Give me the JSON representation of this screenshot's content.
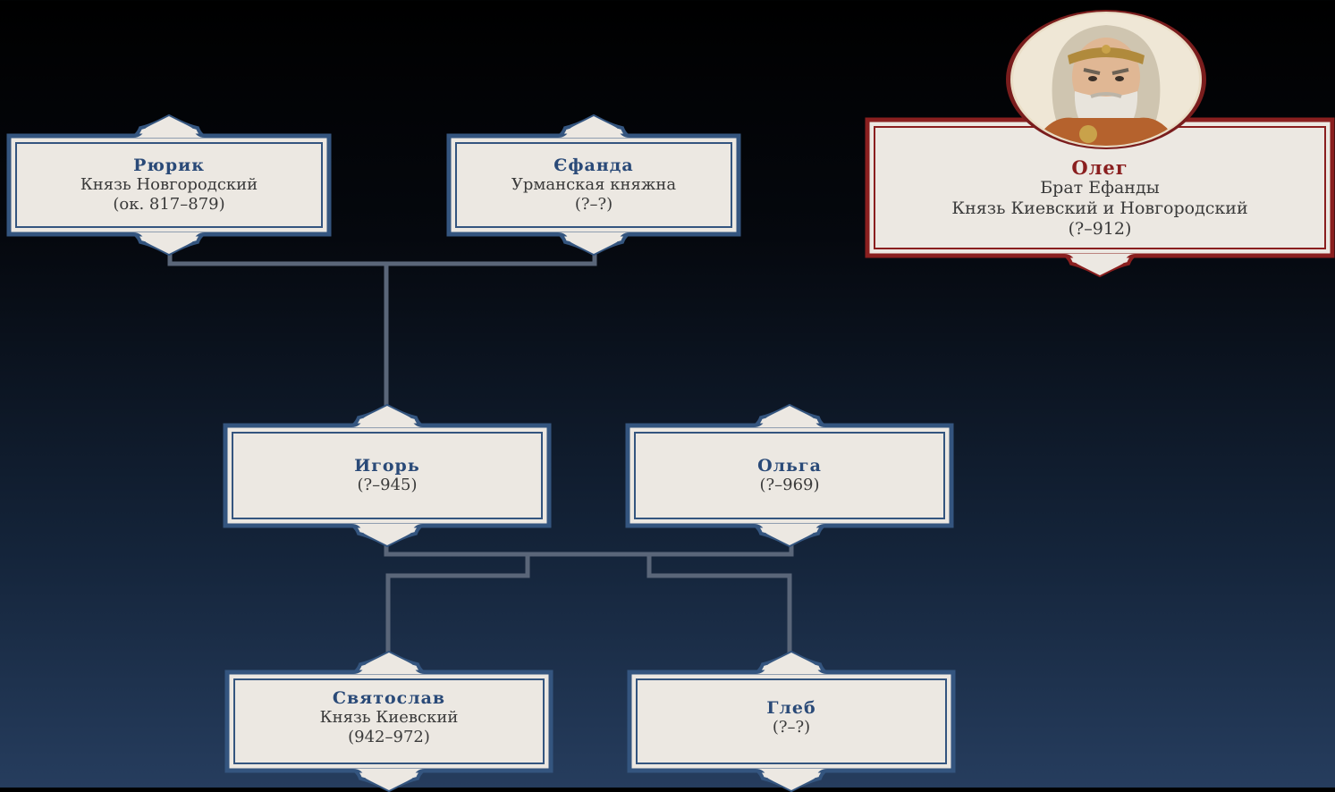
{
  "people": {
    "rurik": {
      "name": "Рюрик",
      "title": "Князь Новгородский",
      "years": "(ок. 817–879)"
    },
    "efanda": {
      "name": "Єфанда",
      "title": "Урманская княжна",
      "years": "(?–?)"
    },
    "oleg": {
      "name": "Олег",
      "relation": "Брат Ефанды",
      "title": "Князь Киевский и Новгородский",
      "years": "(?–912)"
    },
    "igor": {
      "name": "Игорь",
      "years": "(?–945)"
    },
    "olga": {
      "name": "Ольга",
      "years": "(?–969)"
    },
    "svyatoslav": {
      "name": "Святослав",
      "title": "Князь Киевский",
      "years": "(942–972)"
    },
    "gleb": {
      "name": "Глеб",
      "years": "(?–?)"
    }
  },
  "colors": {
    "card_fill": "#ece8e2",
    "card_border_blue": "#34557f",
    "card_border_red": "#8a1f1f",
    "connector": "#56657a"
  }
}
